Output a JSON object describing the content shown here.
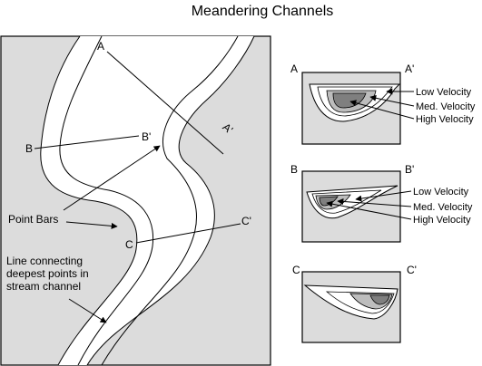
{
  "title": "Meandering Channels",
  "map": {
    "section_labels": {
      "a": "A",
      "a_prime": "A'",
      "b": "B",
      "b_prime": "B'",
      "c": "C",
      "c_prime": "C'"
    },
    "annotations": {
      "point_bars": "Point Bars",
      "thalweg_line1": "Line connecting",
      "thalweg_line2": "deepest points in",
      "thalweg_line3": "stream channel"
    }
  },
  "cross_sections": [
    {
      "left_label": "A",
      "right_label": "A'",
      "velocity_labels": [
        "Low Velocity",
        "Med. Velocity",
        "High Velocity"
      ]
    },
    {
      "left_label": "B",
      "right_label": "B'",
      "velocity_labels": [
        "Low Velocity",
        "Med. Velocity",
        "High Velocity"
      ]
    },
    {
      "left_label": "C",
      "right_label": "C'",
      "velocity_labels": []
    }
  ],
  "colors": {
    "map_background": "#dcdcdc",
    "panel_background": "#dcdcdc",
    "channel_fill": "#ffffff",
    "med_velocity_fill": "#bdbdbd",
    "high_velocity_fill": "#7f7f7f",
    "line_color": "#000000"
  }
}
